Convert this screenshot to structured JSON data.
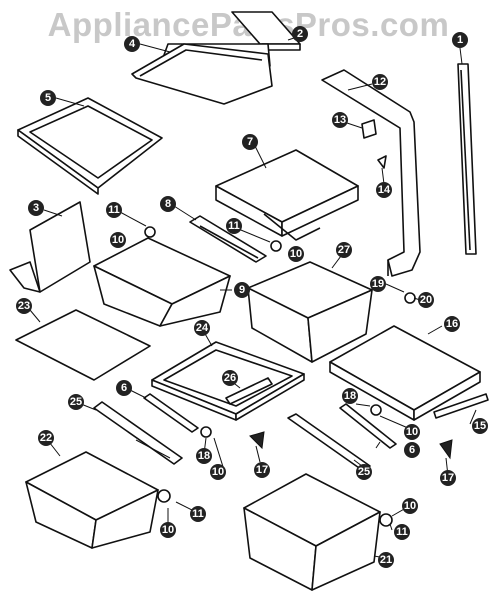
{
  "watermark": "AppliancePartsPros.com",
  "callouts": [
    "1",
    "2",
    "3",
    "4",
    "5",
    "6",
    "6",
    "7",
    "8",
    "9",
    "10",
    "10",
    "10",
    "10",
    "10",
    "10",
    "11",
    "11",
    "11",
    "11",
    "12",
    "13",
    "14",
    "15",
    "16",
    "17",
    "17",
    "18",
    "18",
    "19",
    "20",
    "21",
    "22",
    "23",
    "24",
    "25",
    "25",
    "26",
    "27"
  ]
}
